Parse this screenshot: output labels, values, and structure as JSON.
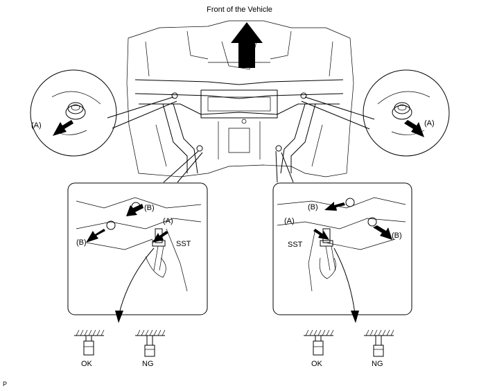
{
  "title": "Front of the Vehicle",
  "labels": {
    "a": "(A)",
    "b": "(B)",
    "sst": "SST",
    "ok": "OK",
    "ng": "NG",
    "corner": "P"
  },
  "icons": [
    "front-arrow-icon",
    "pointer-arrow-icon",
    "bolt-icon",
    "wrench-icon"
  ]
}
